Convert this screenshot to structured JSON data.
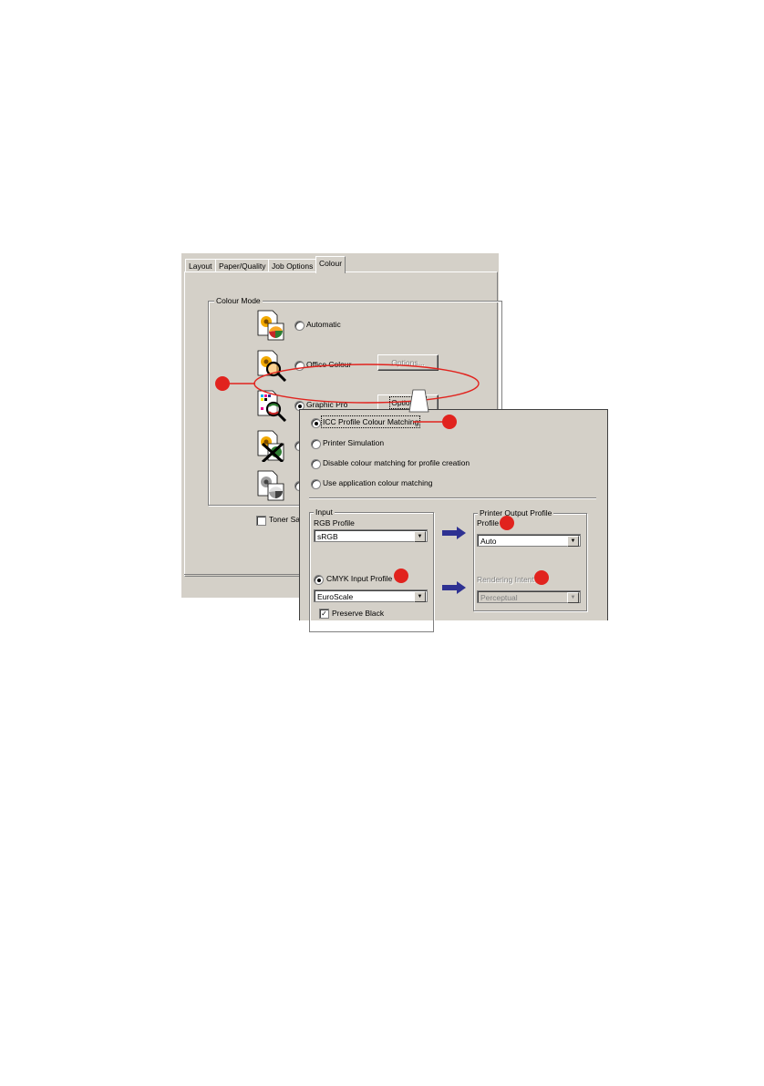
{
  "tabs": [
    {
      "label": "Layout",
      "active": false
    },
    {
      "label": "Paper/Quality",
      "active": false
    },
    {
      "label": "Job Options",
      "active": false
    },
    {
      "label": "Colour",
      "active": true
    }
  ],
  "colour_mode": {
    "title": "Colour Mode",
    "options": [
      {
        "label": "Automatic",
        "icon": "automatic-colour-icon",
        "checked": false
      },
      {
        "label": "Office Colour",
        "icon": "office-colour-icon",
        "checked": false,
        "button": "Options..."
      },
      {
        "label": "Graphic Pro",
        "icon": "graphic-pro-icon",
        "checked": true,
        "button": "Options..."
      },
      {
        "label": "",
        "icon": "no-colour-matching-icon",
        "checked": false
      },
      {
        "label": "",
        "icon": "monochrome-icon",
        "checked": false
      }
    ]
  },
  "toner_saving_label": "Toner Sav",
  "options_dialog": {
    "matching_options": [
      {
        "label": "ICC Profile Colour Matching",
        "checked": true
      },
      {
        "label": "Printer Simulation",
        "checked": false
      },
      {
        "label": "Disable colour matching for profile creation",
        "checked": false
      },
      {
        "label": "Use application colour matching",
        "checked": false
      }
    ],
    "input": {
      "title": "Input",
      "rgb_profile_label": "RGB Profile",
      "rgb_profile_value": "sRGB",
      "cmyk_input_label": "CMYK Input Profile",
      "cmyk_input_value": "EuroScale",
      "preserve_black_label": "Preserve Black",
      "preserve_black_checked": true
    },
    "output": {
      "title": "Printer Output Profile",
      "profile_label": "Profile",
      "profile_value": "Auto",
      "rendering_intent_label": "Rendering Intent",
      "rendering_intent_value": "Perceptual"
    }
  },
  "colors": {
    "dialog_bg": "#d4d0c8",
    "callout_red": "#e1231e",
    "arrow_blue": "#2e3192"
  }
}
